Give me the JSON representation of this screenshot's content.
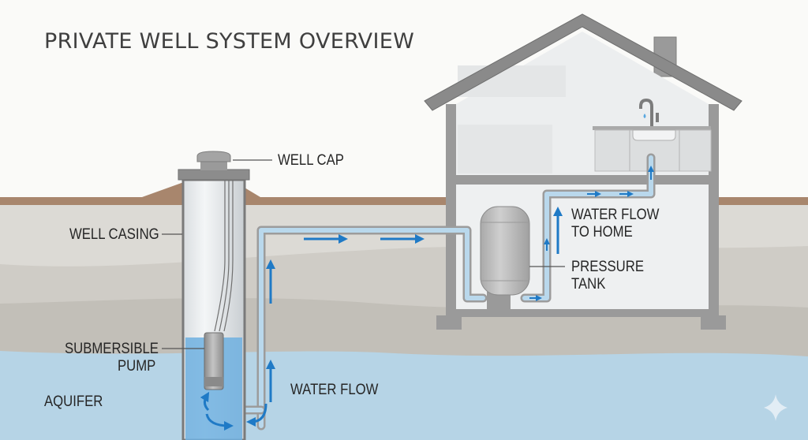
{
  "title": "PRIVATE WELL SYSTEM OVERVIEW",
  "labels": {
    "well_cap": "WELL CAP",
    "well_casing": "WELL CASING",
    "submersible_pump_line1": "SUBMERSIBLE",
    "submersible_pump_line2": "PUMP",
    "aquifer": "AQUIFER",
    "water_flow": "WATER FLOW",
    "water_flow_home_line1": "WATER FLOW",
    "water_flow_home_line2": "TO HOME",
    "pressure_tank_line1": "PRESSURE",
    "pressure_tank_line2": "TANK"
  },
  "colors": {
    "background": "#fafaf8",
    "topsoil": "#a8866d",
    "soil_light": "#dcdad5",
    "soil_mid": "#cfccc6",
    "soil_dark": "#c2bfb8",
    "aquifer": "#b6d4e6",
    "water": "#6fb0e0",
    "flow_arrow": "#1f7ac6",
    "structure_gray": "#8f8f8f",
    "text": "#262626"
  },
  "icons": {
    "corner_mark": "sparkle-icon"
  }
}
